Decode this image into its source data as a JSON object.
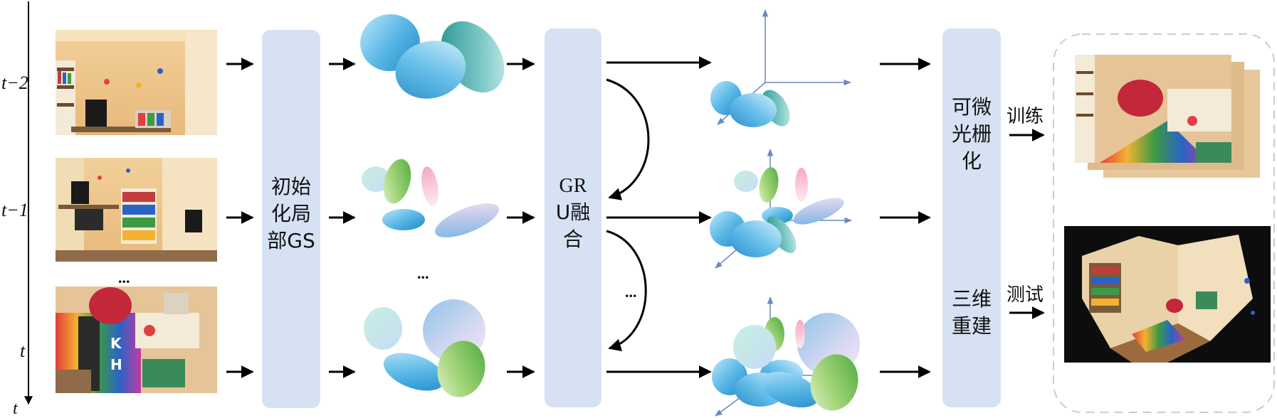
{
  "time_axis": {
    "axis_label": "t",
    "rows": [
      "t−2",
      "t−1",
      "t"
    ],
    "ellipsis": "..."
  },
  "frames": [
    "room-frame-t-2",
    "room-frame-t-1",
    "room-frame-t"
  ],
  "stage1": {
    "lines": [
      "初始",
      "化局",
      "部GS"
    ]
  },
  "local_gs": {
    "ellipsis": "..."
  },
  "stage2": {
    "lines": [
      "GR",
      "U融",
      "合"
    ]
  },
  "fusion": {
    "ellipsis": "..."
  },
  "stage3": {
    "lines_top": [
      "可微",
      "光栅",
      "化"
    ],
    "lines_bottom": [
      "三维",
      "重建"
    ]
  },
  "outputs": {
    "train_label": "训练",
    "test_label": "测试"
  },
  "colors": {
    "box": "#d6e2f3",
    "axis": "#6a87c0",
    "arrow": "#000000",
    "dashed_frame": "#cccccc"
  }
}
